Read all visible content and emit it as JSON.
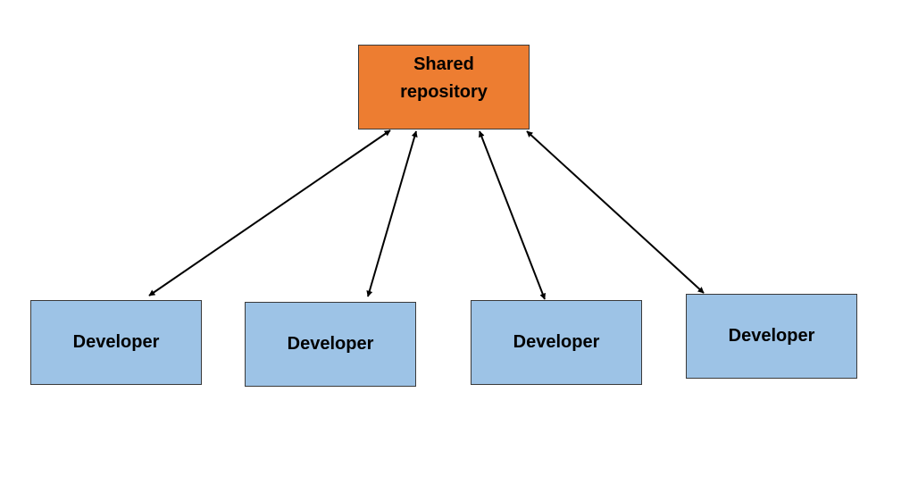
{
  "repository": {
    "label": "Shared repository",
    "color": "#ed7d31"
  },
  "developers": [
    {
      "label": "Developer"
    },
    {
      "label": "Developer"
    },
    {
      "label": "Developer"
    },
    {
      "label": "Developer"
    }
  ],
  "developer_color": "#9dc3e6",
  "connections": [
    {
      "from": "repository",
      "to": "developers.0",
      "direction": "bidirectional"
    },
    {
      "from": "repository",
      "to": "developers.1",
      "direction": "bidirectional"
    },
    {
      "from": "repository",
      "to": "developers.2",
      "direction": "bidirectional"
    },
    {
      "from": "repository",
      "to": "developers.3",
      "direction": "bidirectional"
    }
  ]
}
